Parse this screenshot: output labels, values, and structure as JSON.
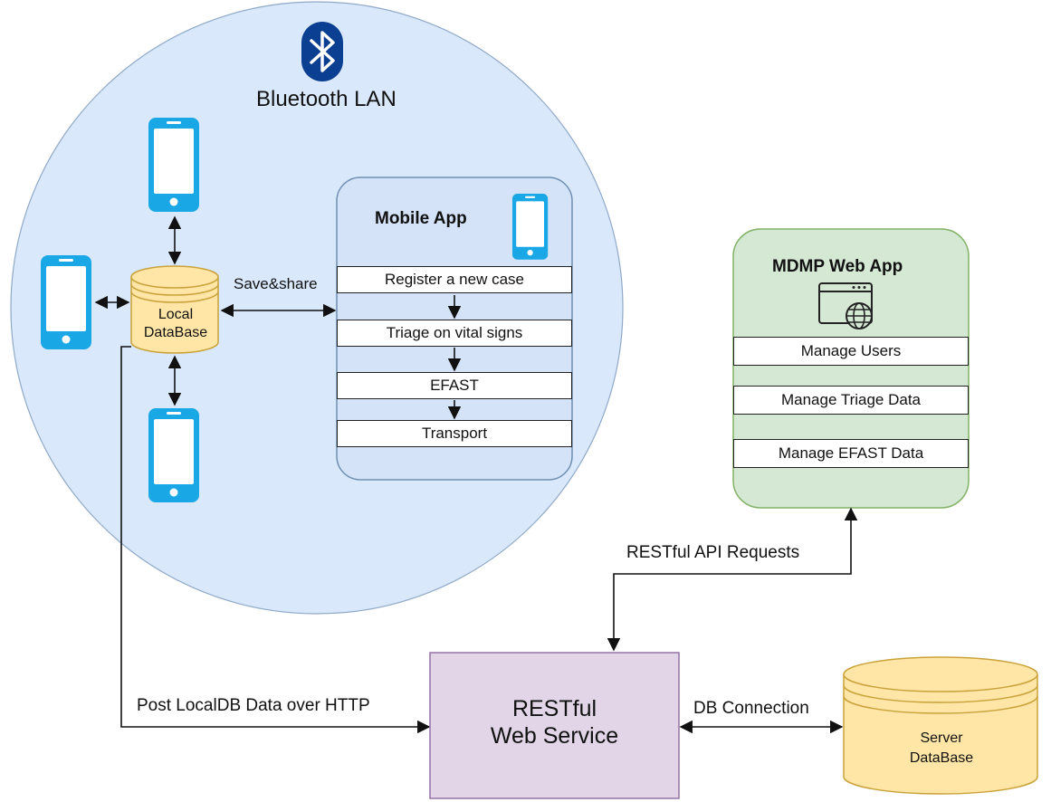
{
  "bluetooth": {
    "label": "Bluetooth LAN",
    "icon": "bluetooth-icon"
  },
  "local_db": {
    "line1": "Local",
    "line2": "DataBase"
  },
  "edges": {
    "save_share": "Save&share",
    "post_localdb": "Post LocalDB Data over HTTP",
    "restful_requests": "RESTful API Requests",
    "db_connection": "DB Connection"
  },
  "mobile_app": {
    "title": "Mobile App",
    "steps": [
      "Register a new case",
      "Triage on vital signs",
      "EFAST",
      "Transport"
    ]
  },
  "web_app": {
    "title": "MDMP Web App",
    "items": [
      "Manage Users",
      "Manage Triage Data",
      "Manage EFAST Data"
    ]
  },
  "web_service": {
    "line1": "RESTful",
    "line2": "Web Service"
  },
  "server_db": {
    "line1": "Server",
    "line2": "DataBase"
  },
  "colors": {
    "lan_circle": "#dae8fc",
    "mobile_box": "#d4e3f7",
    "web_box": "#d5e8d4",
    "service_box": "#e1d5e7",
    "database": "#ffe6a6",
    "phone": "#1aa7e6",
    "bluetooth": "#0b3f91"
  }
}
